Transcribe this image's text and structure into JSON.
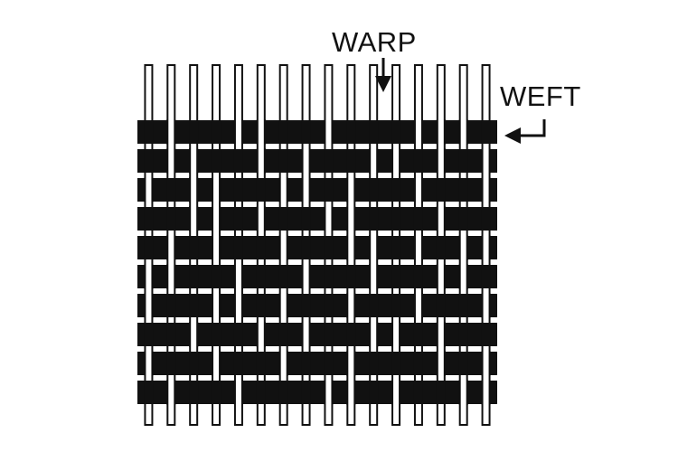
{
  "labels": {
    "warp": "WARP",
    "weft": "WEFT"
  },
  "colors": {
    "ink": "#111111",
    "background": "#ffffff"
  },
  "weave": {
    "warp_count": 16,
    "weft_count": 10,
    "floats": [
      [
        1,
        0,
        1,
        1,
        0,
        0,
        1,
        1,
        0,
        1,
        1,
        1,
        0,
        0,
        0,
        1
      ],
      [
        1,
        0,
        0,
        1,
        1,
        0,
        1,
        0,
        1,
        1,
        0,
        0,
        1,
        0,
        1,
        0
      ],
      [
        0,
        1,
        0,
        0,
        1,
        1,
        0,
        0,
        1,
        0,
        1,
        1,
        0,
        1,
        1,
        0
      ],
      [
        1,
        1,
        0,
        0,
        1,
        0,
        1,
        1,
        0,
        0,
        1,
        1,
        1,
        0,
        1,
        1
      ],
      [
        1,
        0,
        1,
        0,
        1,
        1,
        0,
        1,
        1,
        0,
        0,
        1,
        0,
        1,
        0,
        0
      ],
      [
        0,
        0,
        1,
        1,
        0,
        1,
        1,
        0,
        1,
        1,
        0,
        1,
        1,
        0,
        0,
        1
      ],
      [
        0,
        1,
        1,
        0,
        0,
        1,
        0,
        1,
        1,
        0,
        1,
        1,
        0,
        1,
        1,
        0
      ],
      [
        1,
        1,
        0,
        1,
        1,
        0,
        1,
        0,
        1,
        1,
        0,
        0,
        1,
        0,
        1,
        1
      ],
      [
        0,
        1,
        1,
        0,
        1,
        1,
        0,
        1,
        1,
        0,
        1,
        1,
        1,
        0,
        1,
        0
      ],
      [
        1,
        0,
        1,
        1,
        0,
        1,
        1,
        1,
        0,
        0,
        1,
        0,
        1,
        1,
        0,
        0
      ]
    ]
  }
}
